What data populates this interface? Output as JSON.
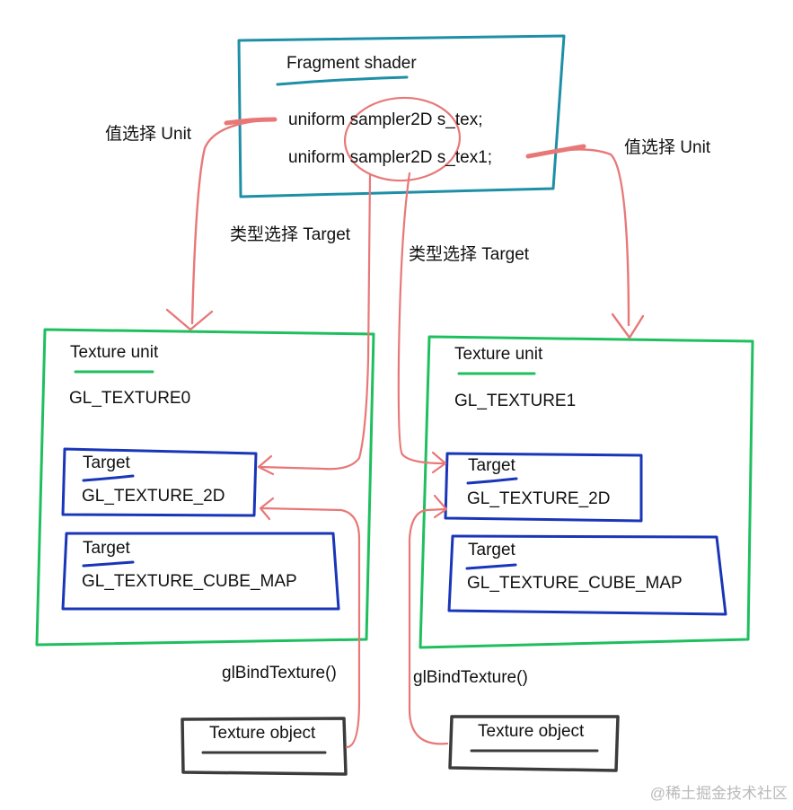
{
  "shader": {
    "title": "Fragment shader",
    "line1": "uniform sampler2D s_tex;",
    "line2": "uniform sampler2D s_tex1;"
  },
  "labels": {
    "unit_left": "值选择 Unit",
    "unit_right": "值选择 Unit",
    "target_left": "类型选择 Target",
    "target_right": "类型选择 Target",
    "bind_left": "glBindTexture()",
    "bind_right": "glBindTexture()"
  },
  "unit0": {
    "title": "Texture unit",
    "name": "GL_TEXTURE0",
    "targets": [
      {
        "heading": "Target",
        "value": "GL_TEXTURE_2D"
      },
      {
        "heading": "Target",
        "value": "GL_TEXTURE_CUBE_MAP"
      }
    ]
  },
  "unit1": {
    "title": "Texture unit",
    "name": "GL_TEXTURE1",
    "targets": [
      {
        "heading": "Target",
        "value": "GL_TEXTURE_2D"
      },
      {
        "heading": "Target",
        "value": "GL_TEXTURE_CUBE_MAP"
      }
    ]
  },
  "objects": {
    "left": "Texture object",
    "right": "Texture object"
  },
  "watermark": "@稀土掘金技术社区",
  "colors": {
    "shader_box": "#1e8fa6",
    "unit_box": "#1fbf5f",
    "target_box": "#1a36b8",
    "object_box": "#3b3b3b",
    "arrow": "#e87878"
  }
}
